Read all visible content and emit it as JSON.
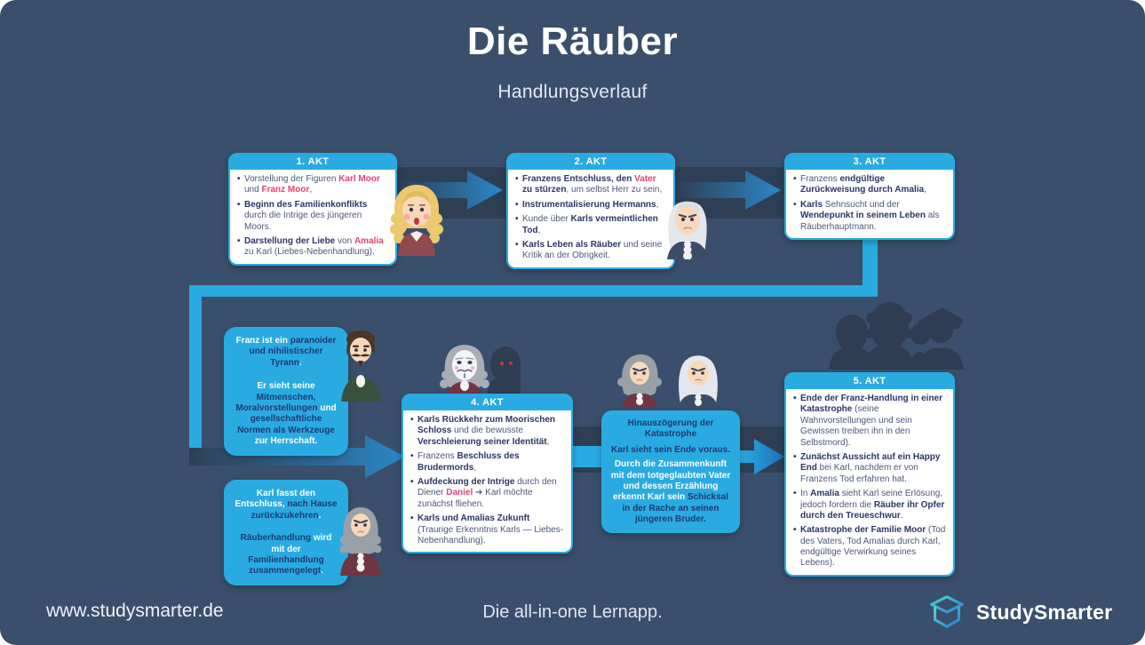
{
  "card": {
    "title": "Die Räuber",
    "subtitle": "Handlungsverlauf"
  },
  "acts": [
    {
      "header": "1. AKT",
      "bullets": [
        [
          {
            "t": "Vorstellung der Figuren "
          },
          {
            "t": "Karl Moor",
            "c": "p"
          },
          {
            "t": " und "
          },
          {
            "t": "Franz Moor",
            "c": "p"
          },
          {
            "t": ","
          }
        ],
        [
          {
            "t": "Beginn des Familienkonflikts",
            "c": "b"
          },
          {
            "t": " durch die Intrige des jüngeren Moors."
          }
        ],
        [
          {
            "t": "Darstellung der Liebe",
            "c": "b"
          },
          {
            "t": " von "
          },
          {
            "t": "Amalia",
            "c": "p"
          },
          {
            "t": " zu Karl (Liebes-Nebenhandlung)."
          }
        ]
      ]
    },
    {
      "header": "2. AKT",
      "bullets": [
        [
          {
            "t": "Franzens Entschluss, den ",
            "c": "b"
          },
          {
            "t": "Vater",
            "c": "p"
          },
          {
            "t": " "
          },
          {
            "t": "zu stürzen",
            "c": "b"
          },
          {
            "t": ", um selbst Herr zu sein,"
          }
        ],
        [
          {
            "t": "Instrumentalisierung Hermanns",
            "c": "b"
          },
          {
            "t": ","
          }
        ],
        [
          {
            "t": "Kunde über "
          },
          {
            "t": "Karls vermeintlichen Tod",
            "c": "b"
          },
          {
            "t": ","
          }
        ],
        [
          {
            "t": "Karls Leben als Räuber",
            "c": "b"
          },
          {
            "t": " und seine Kritik an der Obrigkeit."
          }
        ]
      ]
    },
    {
      "header": "3. AKT",
      "bullets": [
        [
          {
            "t": "Franzens "
          },
          {
            "t": "endgültige Zurückweisung durch Amalia",
            "c": "b"
          },
          {
            "t": ","
          }
        ],
        [
          {
            "t": "Karls",
            "c": "b"
          },
          {
            "t": " Sehnsucht und der "
          },
          {
            "t": "Wendepunkt in seinem Leben",
            "c": "b"
          },
          {
            "t": " als Räuberhauptmann."
          }
        ]
      ]
    },
    {
      "header": "4. AKT",
      "bullets": [
        [
          {
            "t": "Karls Rückkehr zum Moorischen Schloss",
            "c": "b"
          },
          {
            "t": " und die bewusste "
          },
          {
            "t": "Verschleierung seiner Identität",
            "c": "b"
          },
          {
            "t": ","
          }
        ],
        [
          {
            "t": "Franzens "
          },
          {
            "t": "Beschluss des Brudermords",
            "c": "b"
          },
          {
            "t": ","
          }
        ],
        [
          {
            "t": "Aufdeckung der Intrige",
            "c": "b"
          },
          {
            "t": " durch den Diener "
          },
          {
            "t": "Daniel",
            "c": "p"
          },
          {
            "t": " ➔ Karl möchte zunächst fliehen."
          }
        ],
        [
          {
            "t": "Karls und Amalias Zukunft",
            "c": "b"
          },
          {
            "t": " (Traurige Erkenntnis Karls — Liebes-Nebenhandlung)."
          }
        ]
      ]
    },
    {
      "header": "5. AKT",
      "bullets": [
        [
          {
            "t": "Ende der Franz-Handlung in einer Katastrophe",
            "c": "b"
          },
          {
            "t": " (seine Wahnvorstellungen und sein Gewissen treiben ihn in den Selbstmord)."
          }
        ],
        [
          {
            "t": "Zunächst Aussicht auf ein Happy End",
            "c": "b"
          },
          {
            "t": " bei Karl, nachdem er von Franzens Tod erfahren hat."
          }
        ],
        [
          {
            "t": "In "
          },
          {
            "t": "Amalia",
            "c": "b"
          },
          {
            "t": " sieht Karl seine Erlösung, jedoch fordern die "
          },
          {
            "t": "Räuber ihr Opfer durch den Treueschwur",
            "c": "b"
          },
          {
            "t": "."
          }
        ],
        [
          {
            "t": "Katastrophe der Familie Moor",
            "c": "b"
          },
          {
            "t": " (Tod des Vaters, Tod Amalias durch Karl, endgültige Verwirkung seines Lebens)."
          }
        ]
      ]
    }
  ],
  "notes": {
    "franz": {
      "paragraphs": [
        [
          {
            "t": "Franz ist ein "
          },
          {
            "t": "paranoider und nihilistischer Tyrann",
            "c": "b"
          },
          {
            "t": "."
          }
        ],
        [
          {
            "t": "Er sieht seine "
          },
          {
            "t": "Mitmenschen, Moralvorstellungen",
            "c": "b"
          },
          {
            "t": " und "
          },
          {
            "t": "gesellschaftliche Normen als Werkzeuge",
            "c": "b"
          },
          {
            "t": " zur Herrschaft."
          }
        ]
      ]
    },
    "karl": {
      "paragraphs": [
        [
          {
            "t": "Karl fasst den Entschluss, "
          },
          {
            "t": "nach Hause zurückzukehren",
            "c": "b"
          },
          {
            "t": "."
          }
        ],
        [
          {
            "t": "Räuberhandlung",
            "c": "b"
          },
          {
            "t": " wird mit der "
          },
          {
            "t": "Familienhandlung zusammengelegt",
            "c": "b"
          },
          {
            "t": "."
          }
        ]
      ]
    },
    "delay": {
      "title": "Hinauszögerung der Katastrophe",
      "subtitle": "Karl sieht sein Ende voraus.",
      "body": [
        {
          "t": "Durch die Zusammenkunft mit dem totgeglaubten Vater und dessen Erzählung erkennt Karl sein "
        },
        {
          "t": "Schicksal in der Rache an seinen jüngeren Bruder.",
          "c": "b"
        }
      ]
    }
  },
  "characters": [
    "amalia",
    "father-moor",
    "franz-moor",
    "karl-masked",
    "shadow-figure",
    "karl-moor",
    "karl-and-father",
    "robbers-silhouette"
  ],
  "footer": {
    "website": "www.studysmarter.de",
    "tagline": "Die all-in-one Lernapp.",
    "brand": "StudySmarter"
  },
  "colors": {
    "background": "#3a4f6b",
    "panel_dark": "#2e3f54",
    "accent_blue": "#29abe2",
    "navy_text": "#2b3663",
    "pink_highlight": "#e8416f",
    "arrow_blue": "#2b86c8",
    "logo_teal": "#4fd8c4",
    "logo_blue": "#2e7ce0"
  }
}
